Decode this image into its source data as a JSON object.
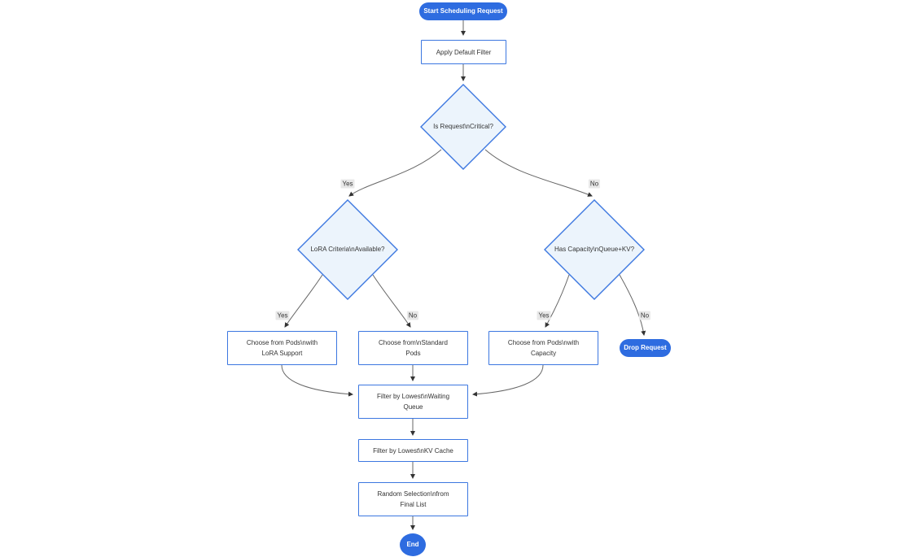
{
  "diagram": {
    "type": "flowchart",
    "nodes": {
      "start": {
        "lines": [
          "Start Scheduling Request"
        ]
      },
      "apply_default_filter": {
        "lines": [
          "Apply Default Filter"
        ]
      },
      "is_request_critical": {
        "lines": [
          "Is Request\\nCritical?"
        ]
      },
      "lora_criteria_available": {
        "lines": [
          "LoRA Criteria\\nAvailable?"
        ]
      },
      "has_capacity_queue_kv": {
        "lines": [
          "Has Capacity\\nQueue+KV?"
        ]
      },
      "choose_pods_lora": {
        "lines": [
          "Choose from Pods\\nwith",
          "LoRA Support"
        ]
      },
      "choose_standard_pods": {
        "lines": [
          "Choose from\\nStandard",
          "Pods"
        ]
      },
      "choose_pods_capacity": {
        "lines": [
          "Choose from Pods\\nwith",
          "Capacity"
        ]
      },
      "drop_request": {
        "lines": [
          "Drop Request"
        ]
      },
      "filter_waiting_queue": {
        "lines": [
          "Filter by Lowest\\nWaiting",
          "Queue"
        ]
      },
      "filter_kv_cache": {
        "lines": [
          "Filter by Lowest\\nKV Cache"
        ]
      },
      "random_selection": {
        "lines": [
          "Random Selection\\nfrom",
          "Final List"
        ]
      },
      "end": {
        "lines": [
          "End"
        ]
      }
    },
    "edge_labels": {
      "critical_yes": "Yes",
      "critical_no": "No",
      "lora_yes": "Yes",
      "lora_no": "No",
      "capacity_yes": "Yes",
      "capacity_no": "No"
    },
    "colors": {
      "terminal_fill": "#2e6ce0",
      "terminal_text": "#ffffff",
      "process_fill": "#ffffff",
      "shape_border": "#3c77e0",
      "decision_fill": "#ecf4fc",
      "node_text": "#333333",
      "edge_line": "#666666",
      "arrowhead": "#333333",
      "edge_label_bg": "#e8e8e8",
      "background": "#ffffff"
    }
  }
}
